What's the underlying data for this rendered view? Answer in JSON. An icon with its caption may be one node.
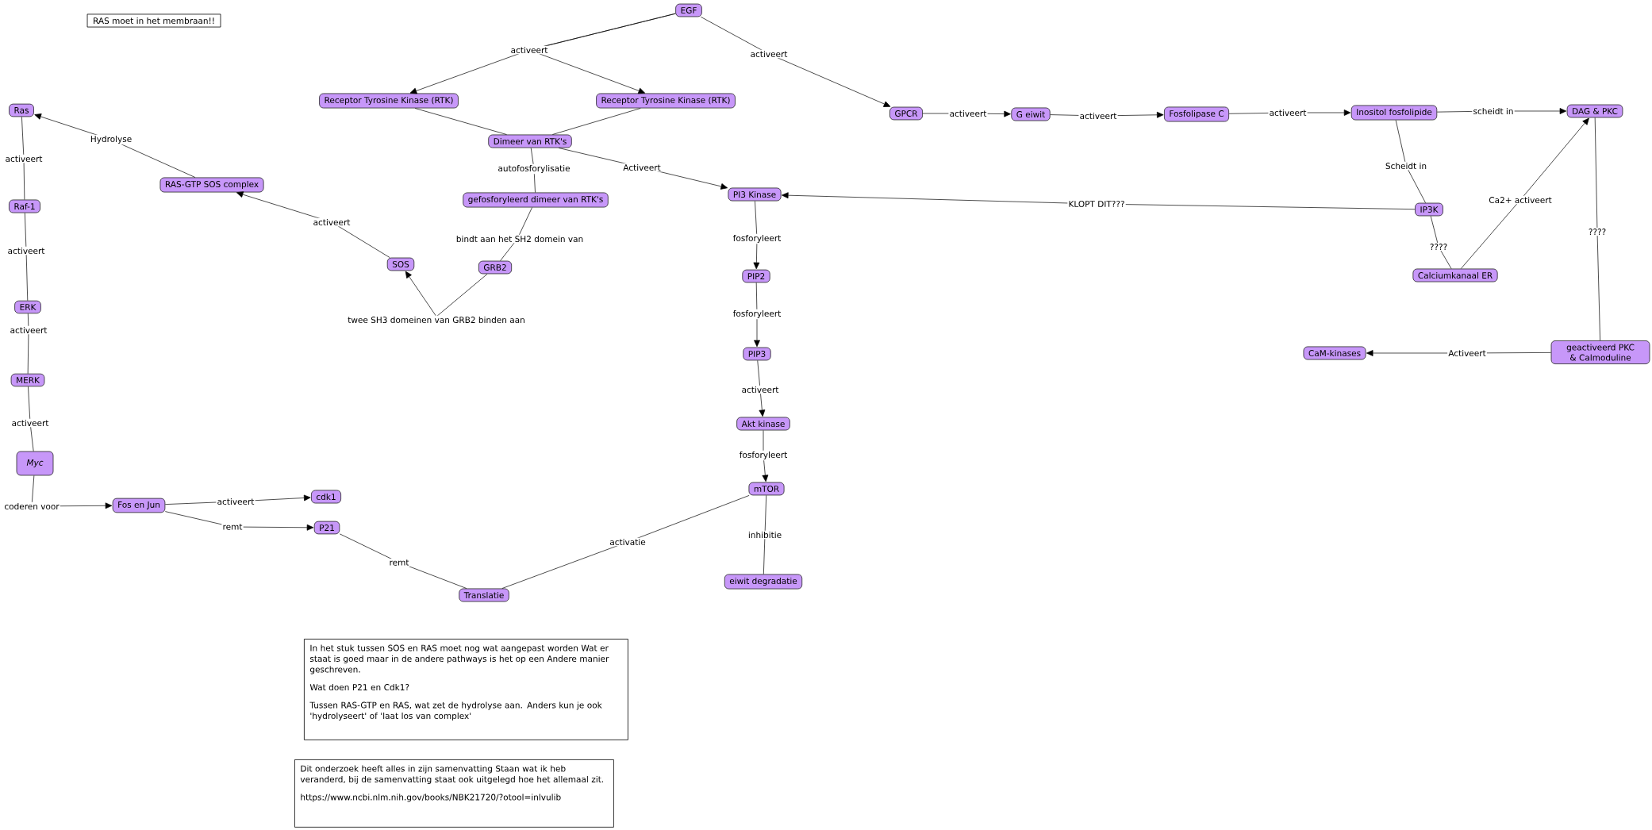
{
  "diagram": {
    "nodes": [
      {
        "text": [
          "RAS moet in het membraan!!"
        ]
      },
      {
        "text": [
          "EGF"
        ]
      },
      {
        "text": [
          "Receptor Tyrosine Kinase (RTK)"
        ]
      },
      {
        "text": [
          "Receptor Tyrosine Kinase (RTK)"
        ]
      },
      {
        "text": [
          "Dimeer van RTK's"
        ]
      },
      {
        "text": [
          "gefosforyleerd dimeer van RTK's"
        ]
      },
      {
        "text": [
          "GRB2"
        ]
      },
      {
        "text": [
          "SOS"
        ]
      },
      {
        "text": [
          "RAS-GTP SOS complex"
        ]
      },
      {
        "text": [
          "Ras"
        ]
      },
      {
        "text": [
          "Raf-1"
        ]
      },
      {
        "text": [
          "ERK"
        ]
      },
      {
        "text": [
          "MERK"
        ]
      },
      {
        "text": [
          "Myc"
        ]
      },
      {
        "text": [
          "Fos en Jun"
        ]
      },
      {
        "text": [
          "cdk1"
        ]
      },
      {
        "text": [
          "P21"
        ]
      },
      {
        "text": [
          "Translatie"
        ]
      },
      {
        "text": [
          "mTOR"
        ]
      },
      {
        "text": [
          "eiwit degradatie"
        ]
      },
      {
        "text": [
          "Akt kinase"
        ]
      },
      {
        "text": [
          "PIP3"
        ]
      },
      {
        "text": [
          "PIP2"
        ]
      },
      {
        "text": [
          "PI3 Kinase"
        ]
      },
      {
        "text": [
          "GPCR"
        ]
      },
      {
        "text": [
          "G eiwit"
        ]
      },
      {
        "text": [
          "Fosfolipase C"
        ]
      },
      {
        "text": [
          "Inositol fosfolipide"
        ]
      },
      {
        "text": [
          "DAG & PKC"
        ]
      },
      {
        "text": [
          "IP3K"
        ]
      },
      {
        "text": [
          "Calciumkanaal ER"
        ]
      },
      {
        "text": [
          "geactiveerd PKC & Calmoduline"
        ]
      },
      {
        "text": [
          "CaM-kinases"
        ]
      },
      {
        "text": [
          "In het stuk tussen SOS en RAS moet nog wat aangepast worden Wat er staat is goed maar in de andere pathways is het op een Andere manier geschreven.",
          "Wat doen P21 en Cdk1?",
          "Tussen RAS-GTP en RAS, wat zet de hydrolyse aan. Anders kun je  ook 'hydrolyseert' of 'laat los van complex'"
        ]
      },
      {
        "text": [
          "Dit onderzoek heeft alles in zijn samenvatting Staan wat ik heb veranderd, bij de samenvatting staat ook uitgelegd hoe het allemaal zit.",
          "https://www.ncbi.nlm.nih.gov/books/NBK21720/?otool=inlvulib"
        ]
      }
    ],
    "edges": [
      {
        "from": 1,
        "to": 2,
        "arrow": "to",
        "label": "activeert"
      },
      {
        "from": 1,
        "to": 3,
        "arrow": "to"
      },
      {
        "from": 1,
        "to": 24,
        "arrow": "to",
        "label": "activeert"
      },
      {
        "from": 2,
        "to": 4,
        "arrow": "none"
      },
      {
        "from": 3,
        "to": 4,
        "arrow": "none"
      },
      {
        "from": 4,
        "to": 5,
        "arrow": "none",
        "label": "autofosforylisatie"
      },
      {
        "from": 4,
        "to": 23,
        "arrow": "to",
        "label": "Activeert"
      },
      {
        "from": 5,
        "to": 6,
        "arrow": "none",
        "label": "bindt aan het SH2 domein van"
      },
      {
        "from": 6,
        "to": 7,
        "arrow": "to",
        "label": "twee SH3 domeinen van GRB2 binden aan"
      },
      {
        "from": 7,
        "to": 8,
        "arrow": "to",
        "label": "activeert"
      },
      {
        "from": 8,
        "to": 9,
        "arrow": "to",
        "label": "Hydrolyse"
      },
      {
        "from": 9,
        "to": 10,
        "arrow": "none",
        "label": "activeert"
      },
      {
        "from": 10,
        "to": 11,
        "arrow": "none",
        "label": "activeert"
      },
      {
        "from": 11,
        "to": 12,
        "arrow": "none",
        "label": "activeert"
      },
      {
        "from": 12,
        "to": 13,
        "arrow": "none",
        "label": "activeert"
      },
      {
        "from": 13,
        "to": 14,
        "arrow": "to",
        "label": "coderen voor"
      },
      {
        "from": 14,
        "to": 15,
        "arrow": "to",
        "label": "activeert"
      },
      {
        "from": 14,
        "to": 16,
        "arrow": "to",
        "label": "remt"
      },
      {
        "from": 16,
        "to": 17,
        "arrow": "none",
        "label": "remt"
      },
      {
        "from": 18,
        "to": 17,
        "arrow": "none",
        "label": "activatie"
      },
      {
        "from": 18,
        "to": 19,
        "arrow": "none",
        "label": "inhibitie"
      },
      {
        "from": 23,
        "to": 22,
        "arrow": "to",
        "label": "fosforyleert"
      },
      {
        "from": 22,
        "to": 21,
        "arrow": "to",
        "label": "fosforyleert"
      },
      {
        "from": 21,
        "to": 20,
        "arrow": "to",
        "label": "activeert"
      },
      {
        "from": 20,
        "to": 18,
        "arrow": "to",
        "label": "fosforyleert"
      },
      {
        "from": 24,
        "to": 25,
        "arrow": "to",
        "label": "activeert"
      },
      {
        "from": 25,
        "to": 26,
        "arrow": "to",
        "label": "activeert"
      },
      {
        "from": 26,
        "to": 27,
        "arrow": "to",
        "label": "activeert"
      },
      {
        "from": 27,
        "to": 28,
        "arrow": "to",
        "label": "scheidt in"
      },
      {
        "from": 27,
        "to": 29,
        "arrow": "none",
        "label": "Scheidt in"
      },
      {
        "from": 29,
        "to": 23,
        "arrow": "to",
        "label": "KLOPT DIT???"
      },
      {
        "from": 29,
        "to": 30,
        "arrow": "none",
        "label": "????"
      },
      {
        "from": 30,
        "to": 28,
        "arrow": "to",
        "label": "Ca2+ activeert"
      },
      {
        "from": 31,
        "to": 28,
        "arrow": "none",
        "label": "????"
      },
      {
        "from": 31,
        "to": 32,
        "arrow": "to",
        "label": "Activeert"
      }
    ]
  }
}
